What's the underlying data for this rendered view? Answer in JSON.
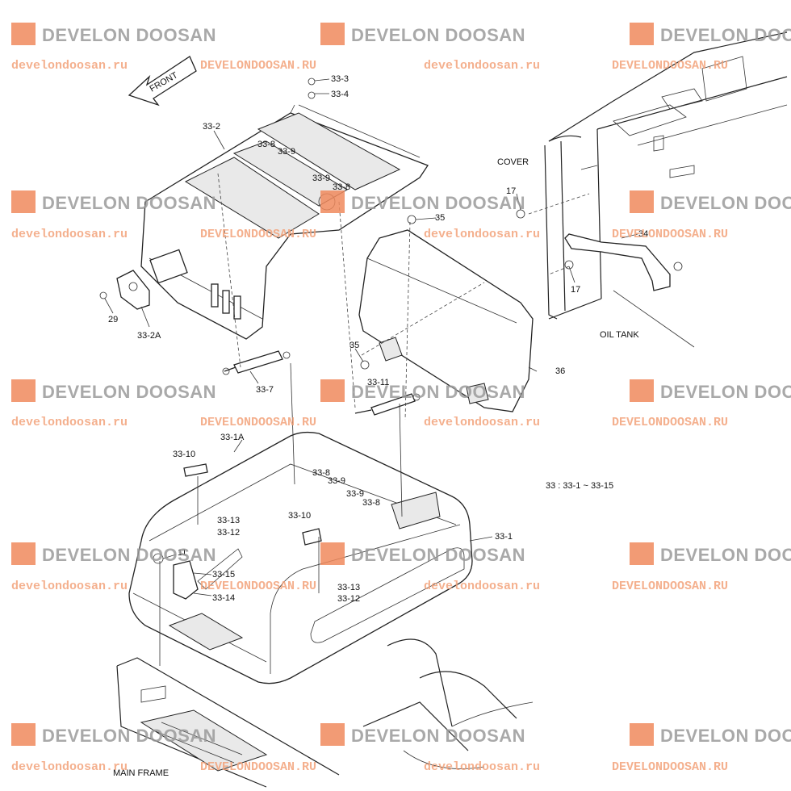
{
  "watermark": {
    "brand": "DEVELON DOOSAN",
    "url_lower": "develondoosan.ru",
    "url_upper": "DEVELONDOOSAN.RU",
    "logo_color": "#f08a5d",
    "brand_color": "#9a9a9a"
  },
  "diagram": {
    "direction_label": "FRONT",
    "title_notes": {
      "cover": "COVER",
      "oil_tank": "OIL TANK",
      "main_frame": "MAIN FRAME",
      "group_note": "33 : 33-1 ~ 33-15"
    },
    "callouts": [
      "33-3",
      "33-4",
      "33-2",
      "33-8",
      "33-9",
      "33-9",
      "33-8",
      "35",
      "17",
      "34",
      "17",
      "29",
      "33-2A",
      "35",
      "36",
      "33-7",
      "33-11",
      "33-1A",
      "33-10",
      "33-8",
      "33-9",
      "33-9",
      "33-8",
      "33-10",
      "33-13",
      "33-12",
      "11",
      "33-15",
      "33-14",
      "33-13",
      "33-12",
      "33-1"
    ]
  }
}
